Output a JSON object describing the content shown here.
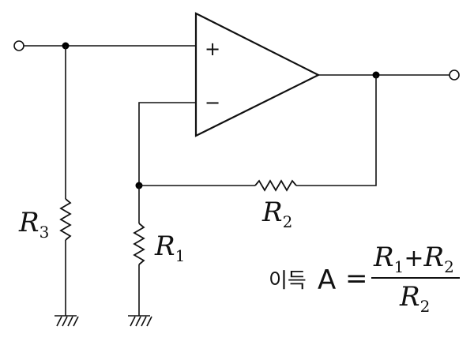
{
  "opamp": {
    "plus_sign": "+",
    "minus_sign": "−"
  },
  "labels": {
    "r1": {
      "main": "R",
      "sub": "1"
    },
    "r2": {
      "main": "R",
      "sub": "2"
    },
    "r3": {
      "main": "R",
      "sub": "3"
    }
  },
  "formula": {
    "gain_word": "이득",
    "symbol": "A",
    "equals": "=",
    "numerator": {
      "a_main": "R",
      "a_sub": "1",
      "op": "+",
      "b_main": "R",
      "b_sub": "2"
    },
    "denominator": {
      "main": "R",
      "sub": "2"
    }
  }
}
